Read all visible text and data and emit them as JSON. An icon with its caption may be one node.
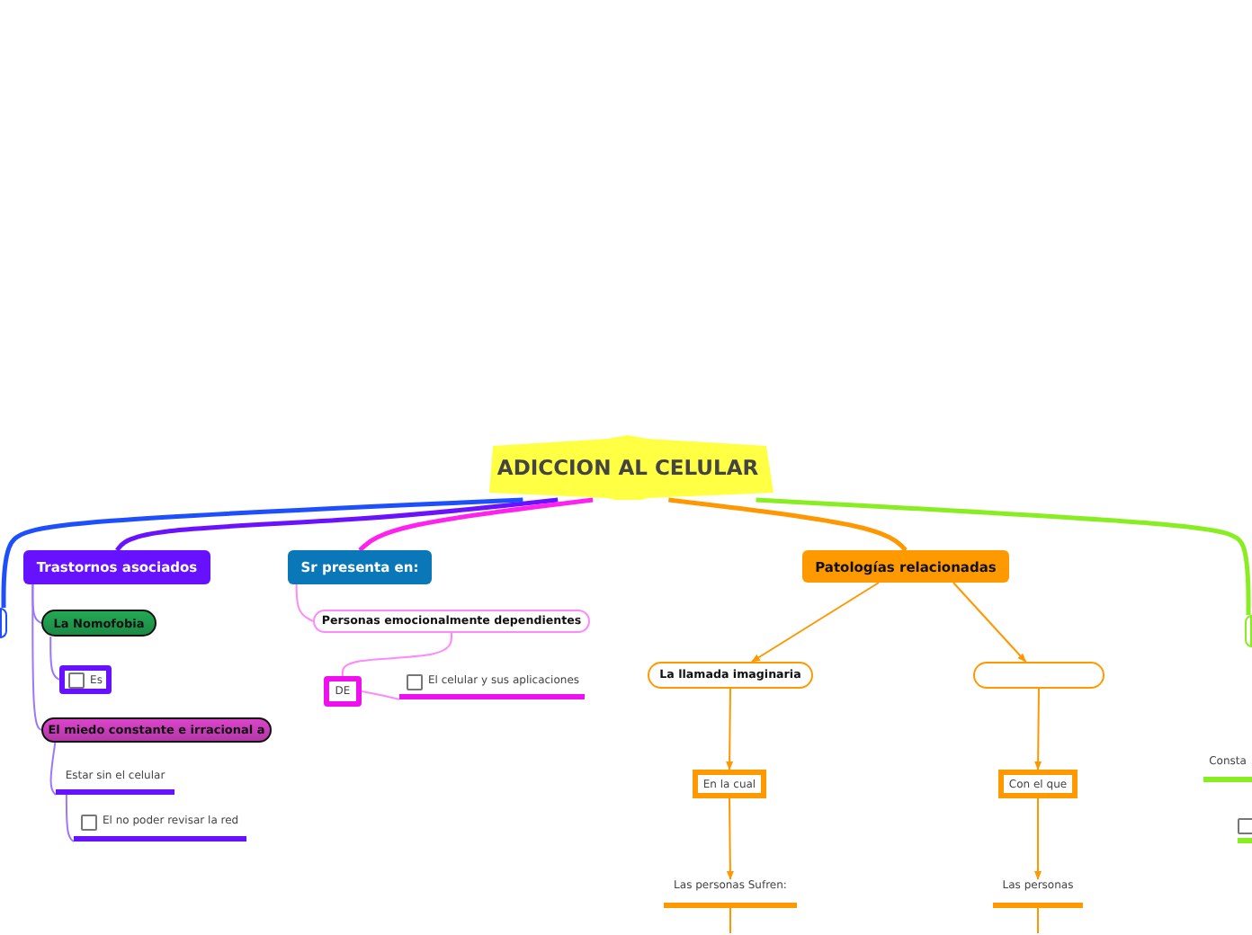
{
  "diagram": {
    "nodes": [
      {
        "text": [
          "ADICCION AL CELULAR"
        ]
      },
      {
        "text": [
          "Trastornos asociados"
        ]
      },
      {
        "text": [
          "La Nomofobia"
        ]
      },
      {
        "text": [
          "Es"
        ]
      },
      {
        "text": [
          "El miedo constante e irracional a"
        ]
      },
      {
        "text": [
          "Estar sin el celular"
        ]
      },
      {
        "text": [
          "El no poder revisar la red"
        ]
      },
      {
        "text": [
          "Sr presenta en:"
        ]
      },
      {
        "text": [
          "Personas emocionalmente dependientes"
        ]
      },
      {
        "text": [
          "DE"
        ]
      },
      {
        "text": [
          "El celular y sus aplicaciones"
        ]
      },
      {
        "text": [
          "Patologías relacionadas"
        ]
      },
      {
        "text": [
          "La llamada imaginaria"
        ]
      },
      {
        "text": [],
        "shape": "box"
      },
      {
        "text": [
          "En la cual"
        ]
      },
      {
        "text": [
          "Con el que"
        ]
      },
      {
        "text": [
          "Las personas Sufren:"
        ]
      },
      {
        "text": [
          "Las personas"
        ]
      },
      {
        "text": [],
        "shape": "box"
      },
      {
        "text": [],
        "shape": "box"
      },
      {
        "text": [
          "Consta"
        ]
      },
      {
        "text": [],
        "shape": "bar"
      }
    ],
    "edges": [
      {
        "from": 0,
        "to": 1,
        "arrow": "none",
        "style": "thick",
        "color": "#6a11ff"
      },
      {
        "from": 0,
        "to": 7,
        "arrow": "none",
        "style": "thick",
        "color": "#ff22ee"
      },
      {
        "from": 0,
        "to": 11,
        "arrow": "none",
        "style": "thick",
        "color": "#ff9800"
      },
      {
        "from": 0,
        "to": 18,
        "arrow": "none",
        "style": "thick",
        "color": "#1e4fff"
      },
      {
        "from": 0,
        "to": 19,
        "arrow": "none",
        "style": "thick",
        "color": "#88ee22"
      },
      {
        "from": 1,
        "to": 2,
        "arrow": "none",
        "color": "#9977ff"
      },
      {
        "from": 1,
        "to": 4,
        "arrow": "none",
        "color": "#9977ff"
      },
      {
        "from": 2,
        "to": 3,
        "arrow": "none",
        "color": "#9977ff"
      },
      {
        "from": 4,
        "to": 5,
        "arrow": "none",
        "color": "#9977ff"
      },
      {
        "from": 5,
        "to": 6,
        "arrow": "none",
        "color": "#9977ff"
      },
      {
        "from": 7,
        "to": 8,
        "arrow": "none",
        "color": "#ff88ff"
      },
      {
        "from": 8,
        "to": 9,
        "arrow": "none",
        "color": "#ff88ff"
      },
      {
        "from": 9,
        "to": 10,
        "arrow": "none",
        "color": "#ff88ff"
      },
      {
        "from": 11,
        "to": 12,
        "arrow": "to",
        "color": "#ff9800"
      },
      {
        "from": 11,
        "to": 13,
        "arrow": "to",
        "color": "#ff9800"
      },
      {
        "from": 12,
        "to": 14,
        "arrow": "to",
        "color": "#ff9800"
      },
      {
        "from": 13,
        "to": 15,
        "arrow": "to",
        "color": "#ff9800"
      },
      {
        "from": 14,
        "to": 16,
        "arrow": "to",
        "color": "#ff9800"
      },
      {
        "from": 15,
        "to": 17,
        "arrow": "to",
        "color": "#ff9800"
      },
      {
        "from": 16,
        "to": null,
        "arrow": "none",
        "color": "#ff9800"
      },
      {
        "from": 17,
        "to": null,
        "arrow": "none",
        "color": "#ff9800"
      }
    ]
  }
}
